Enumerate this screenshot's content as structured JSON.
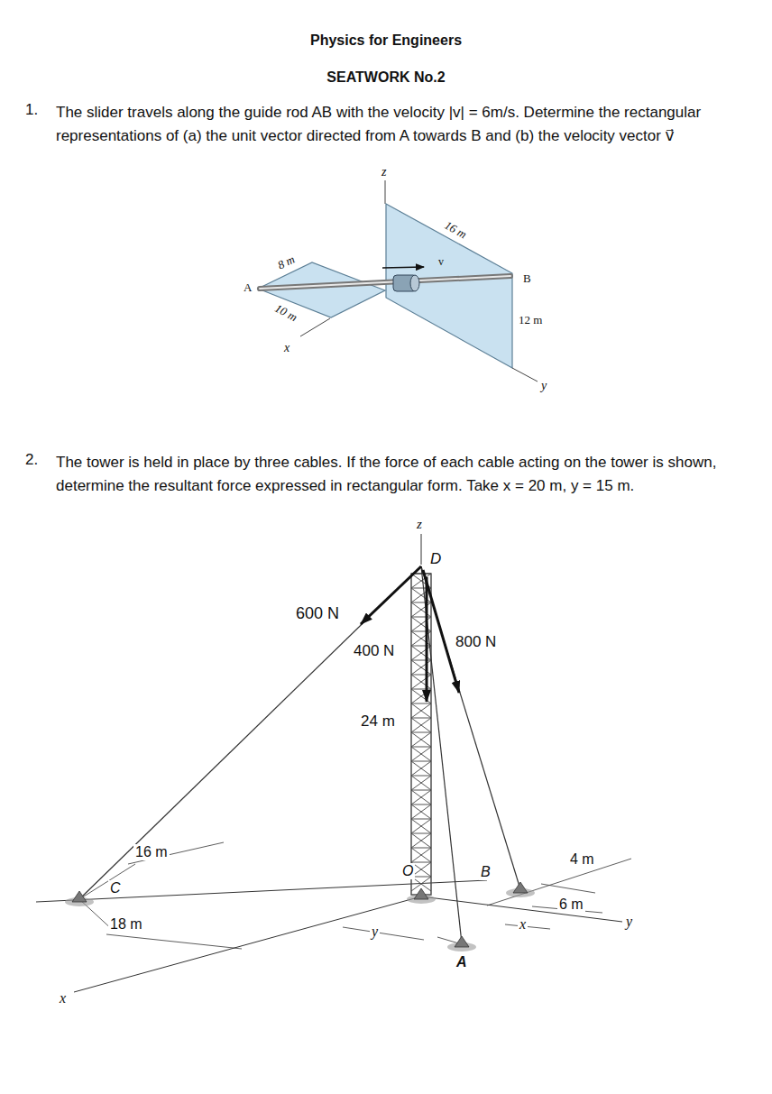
{
  "diagram": {
    "title": "Physics for Engineers",
    "labels": [
      "SEATWORK No.2",
      "1.",
      "The slider travels along the guide rod AB with the velocity |v| = 6m/s. Determine the rectangular representations of (a) the unit vector directed from A towards B and (b) the velocity vector v⃗",
      "z",
      "16 m",
      "8 m",
      "v",
      "B",
      "A",
      "10 m",
      "12 m",
      "x",
      "y",
      "2.",
      "The tower is held in place by three cables. If the force of each cable acting on the tower is shown, determine the resultant force expressed in rectangular form. Take x = 20 m, y = 15 m.",
      "z",
      "D",
      "600 N",
      "400 N",
      "800 N",
      "24 m",
      "16 m",
      "C",
      "O",
      "B",
      "4 m",
      "18 m",
      "6 m",
      "y",
      "y",
      "x",
      "A",
      "x"
    ]
  }
}
